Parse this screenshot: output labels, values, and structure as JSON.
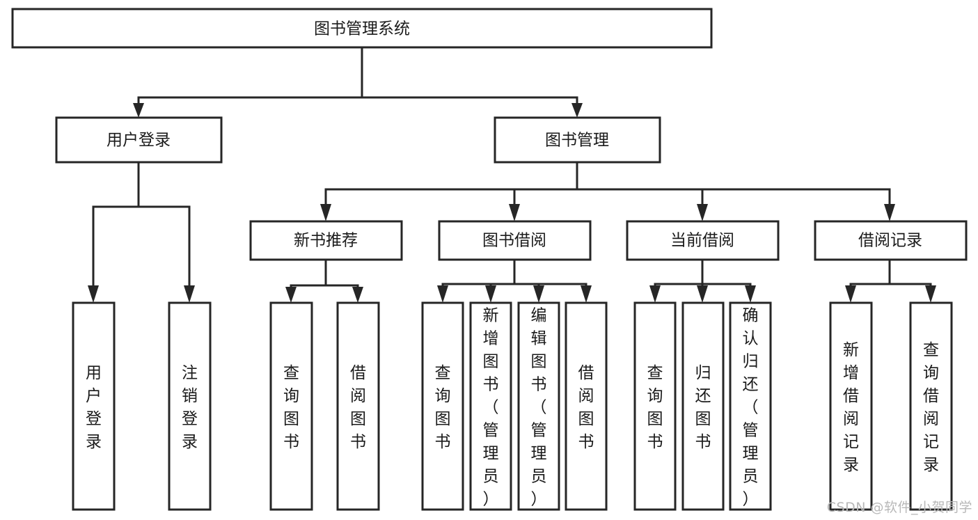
{
  "diagram": {
    "title": "图书管理系统",
    "type": "tree-hierarchy-chart",
    "root": {
      "id": "root",
      "label": "图书管理系统"
    },
    "level2": [
      {
        "id": "user-login",
        "label": "用户登录"
      },
      {
        "id": "book-manage",
        "label": "图书管理"
      }
    ],
    "level3": [
      {
        "id": "new-book-recommend",
        "label": "新书推荐",
        "parent": "book-manage"
      },
      {
        "id": "book-borrow",
        "label": "图书借阅",
        "parent": "book-manage"
      },
      {
        "id": "current-borrow",
        "label": "当前借阅",
        "parent": "book-manage"
      },
      {
        "id": "borrow-record",
        "label": "借阅记录",
        "parent": "book-manage"
      }
    ],
    "leaves": {
      "user-login": [
        {
          "id": "leaf-user-login",
          "label": "用户登录"
        },
        {
          "id": "leaf-logout",
          "label": "注销登录"
        }
      ],
      "new-book-recommend": [
        {
          "id": "leaf-query-book-1",
          "label": "查询图书"
        },
        {
          "id": "leaf-borrow-book-1",
          "label": "借阅图书"
        }
      ],
      "book-borrow": [
        {
          "id": "leaf-query-book-2",
          "label": "查询图书"
        },
        {
          "id": "leaf-add-book",
          "label": "新增图书（管理员）"
        },
        {
          "id": "leaf-edit-book",
          "label": "编辑图书（管理员）"
        },
        {
          "id": "leaf-borrow-book-2",
          "label": "借阅图书"
        }
      ],
      "current-borrow": [
        {
          "id": "leaf-query-book-3",
          "label": "查询图书"
        },
        {
          "id": "leaf-return-book",
          "label": "归还图书"
        },
        {
          "id": "leaf-confirm-return",
          "label": "确认归还（管理员）"
        }
      ],
      "borrow-record": [
        {
          "id": "leaf-add-record",
          "label": "新增借阅记录"
        },
        {
          "id": "leaf-query-record",
          "label": "查询借阅记录"
        }
      ]
    }
  },
  "watermark": {
    "text": "CSDN @软件_小贺同学"
  },
  "colors": {
    "border": "#262626",
    "fill": "#ffffff",
    "text": "#1a1a1a",
    "watermark": "#b8b8b8"
  }
}
